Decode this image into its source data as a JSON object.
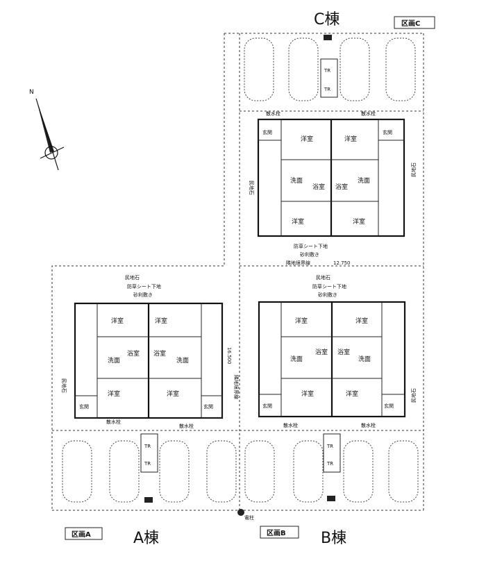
{
  "buildings": {
    "c": {
      "title": "C棟",
      "plot_label": "区画C"
    },
    "a": {
      "title": "A棟",
      "plot_label": "区画A"
    },
    "b": {
      "title": "B棟",
      "plot_label": "区画B"
    }
  },
  "compass": {
    "north": "N"
  },
  "rooms": {
    "western_room": "洋室",
    "washroom": "洗面",
    "bathroom": "浴室",
    "entrance": "玄関",
    "toilet": "TR"
  },
  "notes": {
    "weed_sheet": "防草シート下地",
    "gravel": "砂利敷き",
    "hose_tap": "散水栓",
    "boundary_stone": "民地石",
    "utility_pole": "電柱"
  },
  "boundary": {
    "label": "隣地境界線",
    "c_width": "12.750",
    "a_depth": "16.500"
  }
}
